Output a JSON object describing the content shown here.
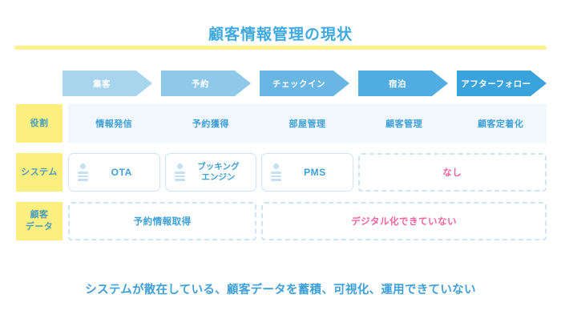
{
  "title": "顧客情報管理の現状",
  "colors": {
    "title_blue": "#3FA9E0",
    "rule_yellow": "#FDF18C",
    "label_yellow": "#FBF07F",
    "role_band": "#F1F7FC",
    "dash_border": "#CFE4F3",
    "pink": "#F4629A",
    "blue_text": "#3FA0D8"
  },
  "flow": {
    "steps": [
      {
        "label": "集客",
        "color": "#A8D4EE"
      },
      {
        "label": "予約",
        "color": "#8FC9EA"
      },
      {
        "label": "チェックイン",
        "color": "#69B6E4"
      },
      {
        "label": "宿泊",
        "color": "#51ACE1"
      },
      {
        "label": "アフターフォロー",
        "color": "#3BA3DC"
      }
    ]
  },
  "matrix": {
    "rows": [
      {
        "label": "役割"
      },
      {
        "label": "システム"
      },
      {
        "label": "顧客\nデータ",
        "label_line1": "顧客",
        "label_line2": "データ"
      }
    ],
    "role": {
      "cells": [
        "情報発信",
        "予約獲得",
        "部屋管理",
        "顧客管理",
        "顧客定着化"
      ]
    },
    "system": {
      "cards": [
        {
          "label": "OTA",
          "icon": "contact-card-icon",
          "multiline": false
        },
        {
          "label_line1": "ブッキング",
          "label_line2": "エンジン",
          "icon": "contact-card-icon",
          "multiline": true
        },
        {
          "label": "PMS",
          "icon": "contact-card-icon",
          "multiline": false
        }
      ],
      "none_box": {
        "text": "なし",
        "tone": "pink"
      }
    },
    "customer_data": {
      "boxes": [
        {
          "text": "予約情報取得",
          "tone": "blue"
        },
        {
          "text": "デジタル化できていない",
          "tone": "pink"
        }
      ]
    }
  },
  "footer": "システムが散在している、顧客データを蓄積、可視化、運用できていない"
}
